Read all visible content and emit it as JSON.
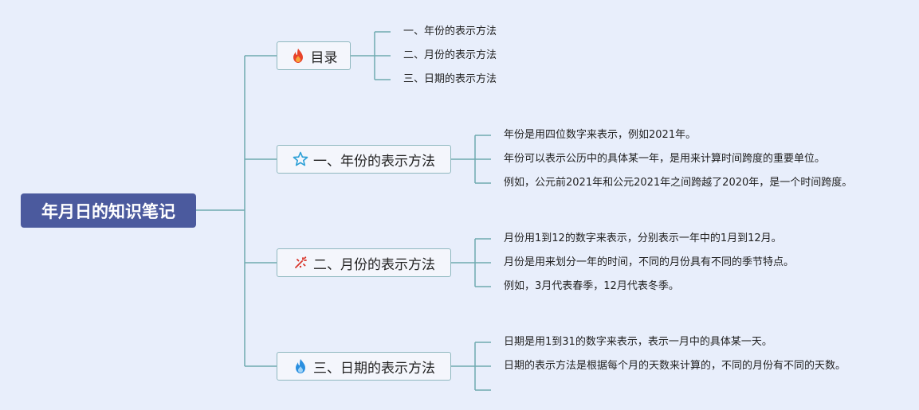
{
  "root": {
    "title": "年月日的知识笔记"
  },
  "branches": [
    {
      "title": "目录",
      "icon": "fire-icon",
      "color": "#e8432a",
      "leaves": [
        "一、年份的表示方法",
        "二、月份的表示方法",
        "三、日期的表示方法"
      ]
    },
    {
      "title": "一、年份的表示方法",
      "icon": "star-icon",
      "color": "#2a9fd6",
      "leaves": [
        "年份是用四位数字来表示，例如2021年。",
        "年份可以表示公历中的具体某一年，是用来计算时间跨度的重要单位。",
        "例如，公元前2021年和公元2021年之间跨越了2020年，是一个时间跨度。"
      ]
    },
    {
      "title": "二、月份的表示方法",
      "icon": "sparkle-icon",
      "color": "#d9362b",
      "leaves": [
        "月份用1到12的数字来表示，分别表示一年中的1月到12月。",
        "月份是用来划分一年的时间，不同的月份具有不同的季节特点。",
        "例如，3月代表春季，12月代表冬季。"
      ]
    },
    {
      "title": "三、日期的表示方法",
      "icon": "blue-fire-icon",
      "color": "#2a8fe0",
      "leaves": [
        "日期是用1到31的数字来表示，表示一月中的具体某一天。",
        "日期的表示方法是根据每个月的天数来计算的，不同的月份有不同的天数。",
        ""
      ]
    }
  ]
}
